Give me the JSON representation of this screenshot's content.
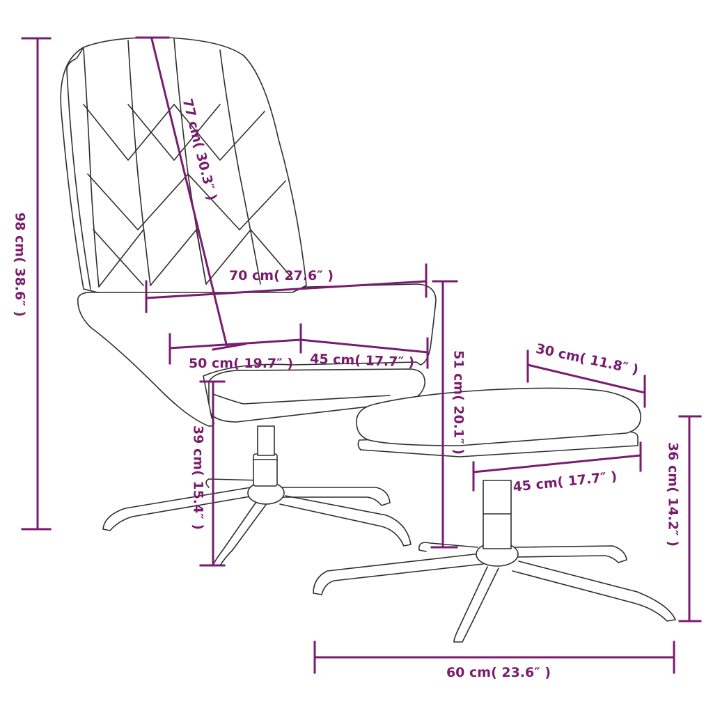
{
  "dimensions": {
    "total_height": "98 cm( 38.6″ )",
    "back_height": "77 cm( 30.3″ )",
    "total_width": "70 cm( 27.6″ )",
    "seat_width": "50 cm( 19.7″ )",
    "seat_depth": "45 cm( 17.7″ )",
    "arm_height": "51 cm( 20.1″ )",
    "seat_height": "39 cm( 15.4″ )",
    "ottoman_depth": "30 cm( 11.8″ )",
    "ottoman_width": "45 cm( 17.7″ )",
    "ottoman_height": "36 cm( 14.2″ )",
    "overall_depth": "60 cm( 23.6″ )"
  },
  "colors": {
    "dimension": "#7a1b6e",
    "outline": "#2e2e2e",
    "background": "#ffffff"
  }
}
